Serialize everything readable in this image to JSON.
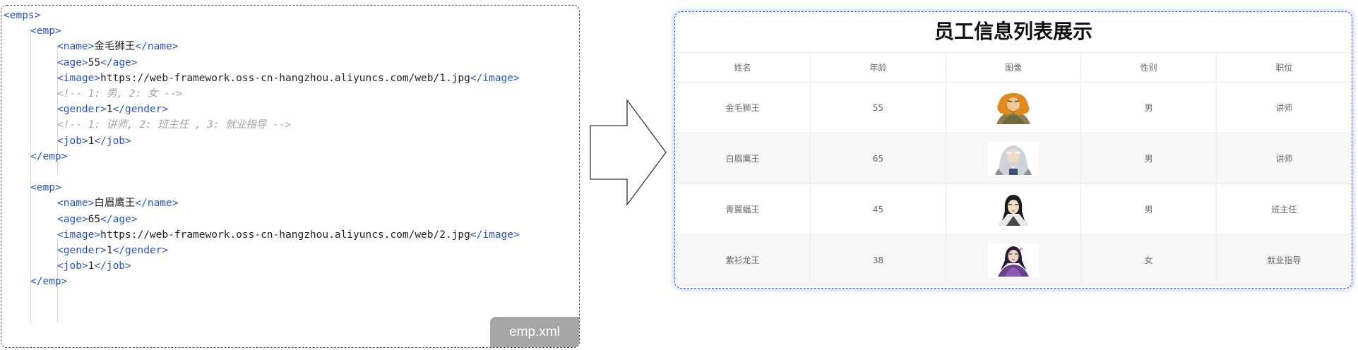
{
  "code_panel": {
    "filename": "emp.xml",
    "lines": [
      {
        "indent": 0,
        "parts": [
          {
            "t": "tag",
            "v": "<emps>"
          }
        ]
      },
      {
        "indent": 1,
        "parts": [
          {
            "t": "tag",
            "v": "<emp>"
          }
        ]
      },
      {
        "indent": 2,
        "parts": [
          {
            "t": "tag",
            "v": "<name>"
          },
          {
            "t": "text",
            "v": "金毛狮王"
          },
          {
            "t": "tag",
            "v": "</name>"
          }
        ]
      },
      {
        "indent": 2,
        "parts": [
          {
            "t": "tag",
            "v": "<age>"
          },
          {
            "t": "text",
            "v": "55"
          },
          {
            "t": "tag",
            "v": "</age>"
          }
        ]
      },
      {
        "indent": 2,
        "parts": [
          {
            "t": "tag",
            "v": "<image>"
          },
          {
            "t": "text",
            "v": "https://web-framework.oss-cn-hangzhou.aliyuncs.com/web/1.jpg"
          },
          {
            "t": "tag",
            "v": "</image>"
          }
        ]
      },
      {
        "indent": 2,
        "parts": [
          {
            "t": "comment",
            "v": "<!-- 1: 男, 2: 女 -->"
          }
        ]
      },
      {
        "indent": 2,
        "parts": [
          {
            "t": "tag",
            "v": "<gender>"
          },
          {
            "t": "text",
            "v": "1"
          },
          {
            "t": "tag",
            "v": "</gender>"
          }
        ]
      },
      {
        "indent": 2,
        "parts": [
          {
            "t": "comment",
            "v": "<!-- 1: 讲师, 2: 班主任 , 3: 就业指导 -->"
          }
        ]
      },
      {
        "indent": 2,
        "parts": [
          {
            "t": "tag",
            "v": "<job>"
          },
          {
            "t": "text",
            "v": "1"
          },
          {
            "t": "tag",
            "v": "</job>"
          }
        ]
      },
      {
        "indent": 1,
        "parts": [
          {
            "t": "tag",
            "v": "</emp>"
          }
        ]
      },
      {
        "indent": 0,
        "parts": []
      },
      {
        "indent": 1,
        "parts": [
          {
            "t": "tag",
            "v": "<emp>"
          }
        ]
      },
      {
        "indent": 2,
        "parts": [
          {
            "t": "tag",
            "v": "<name>"
          },
          {
            "t": "text",
            "v": "白眉鹰王"
          },
          {
            "t": "tag",
            "v": "</name>"
          }
        ]
      },
      {
        "indent": 2,
        "parts": [
          {
            "t": "tag",
            "v": "<age>"
          },
          {
            "t": "text",
            "v": "65"
          },
          {
            "t": "tag",
            "v": "</age>"
          }
        ]
      },
      {
        "indent": 2,
        "parts": [
          {
            "t": "tag",
            "v": "<image>"
          },
          {
            "t": "text",
            "v": "https://web-framework.oss-cn-hangzhou.aliyuncs.com/web/2.jpg"
          },
          {
            "t": "tag",
            "v": "</image>"
          }
        ]
      },
      {
        "indent": 2,
        "parts": [
          {
            "t": "tag",
            "v": "<gender>"
          },
          {
            "t": "text",
            "v": "1"
          },
          {
            "t": "tag",
            "v": "</gender>"
          }
        ]
      },
      {
        "indent": 2,
        "parts": [
          {
            "t": "tag",
            "v": "<job>"
          },
          {
            "t": "text",
            "v": "1"
          },
          {
            "t": "tag",
            "v": "</job>"
          }
        ]
      },
      {
        "indent": 1,
        "parts": [
          {
            "t": "tag",
            "v": "</emp>"
          }
        ]
      }
    ]
  },
  "table_panel": {
    "title": "员工信息列表展示",
    "headers": [
      "姓名",
      "年龄",
      "图像",
      "性别",
      "职位"
    ],
    "rows": [
      {
        "name": "金毛狮王",
        "age": "55",
        "avatar_icon": "golden-lion-king-avatar-icon",
        "gender": "男",
        "job": "讲师"
      },
      {
        "name": "白眉鹰王",
        "age": "65",
        "avatar_icon": "white-brow-eagle-king-avatar-icon",
        "gender": "男",
        "job": "讲师"
      },
      {
        "name": "青翼蝠王",
        "age": "45",
        "avatar_icon": "green-wing-bat-king-avatar-icon",
        "gender": "男",
        "job": "班主任"
      },
      {
        "name": "紫衫龙王",
        "age": "38",
        "avatar_icon": "purple-robe-dragon-king-avatar-icon",
        "gender": "女",
        "job": "就业指导"
      }
    ]
  },
  "colors": {
    "tag": "#2a55c8",
    "comment": "#a3a3a3",
    "panel_border": "#3a63b8",
    "label_bg": "#a6a6a6"
  }
}
